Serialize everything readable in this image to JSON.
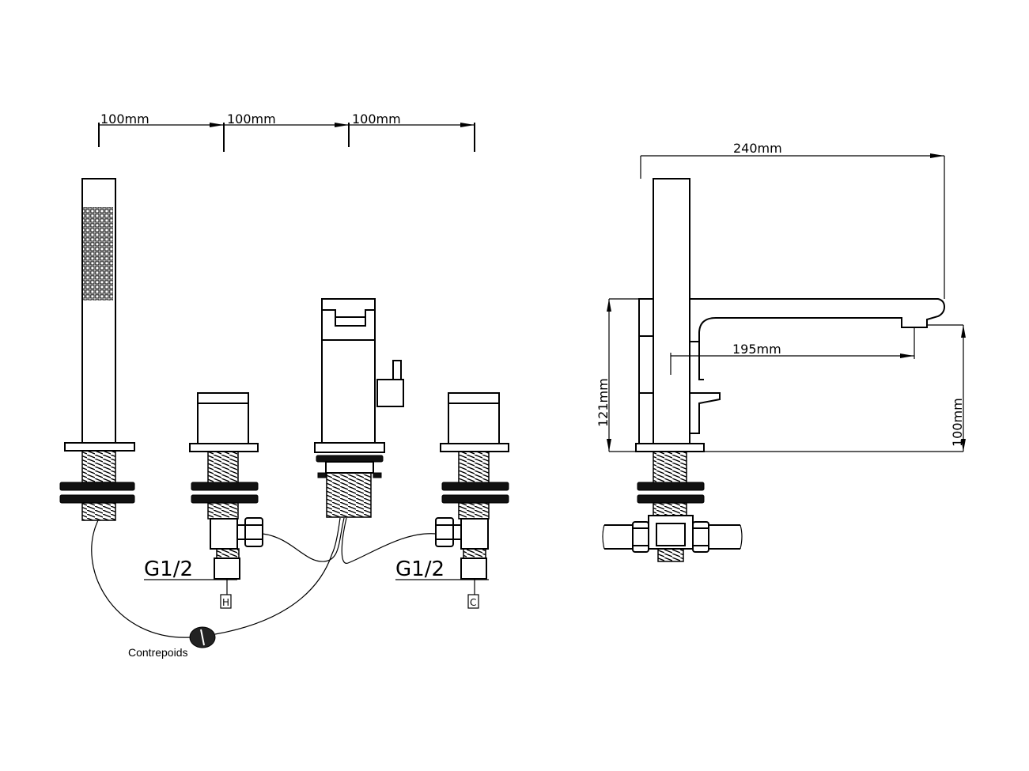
{
  "front_view": {
    "spacing_labels": [
      "100mm",
      "100mm",
      "100mm"
    ],
    "hot_thread_label": "G1/2",
    "cold_thread_label": "G1/2",
    "hot_marker": "H",
    "cold_marker": "C",
    "counterweight_label": "Contrepoids"
  },
  "side_view": {
    "overall_length_label": "240mm",
    "spout_reach_label": "195mm",
    "height_label": "121mm",
    "outlet_height_label": "100mm"
  }
}
